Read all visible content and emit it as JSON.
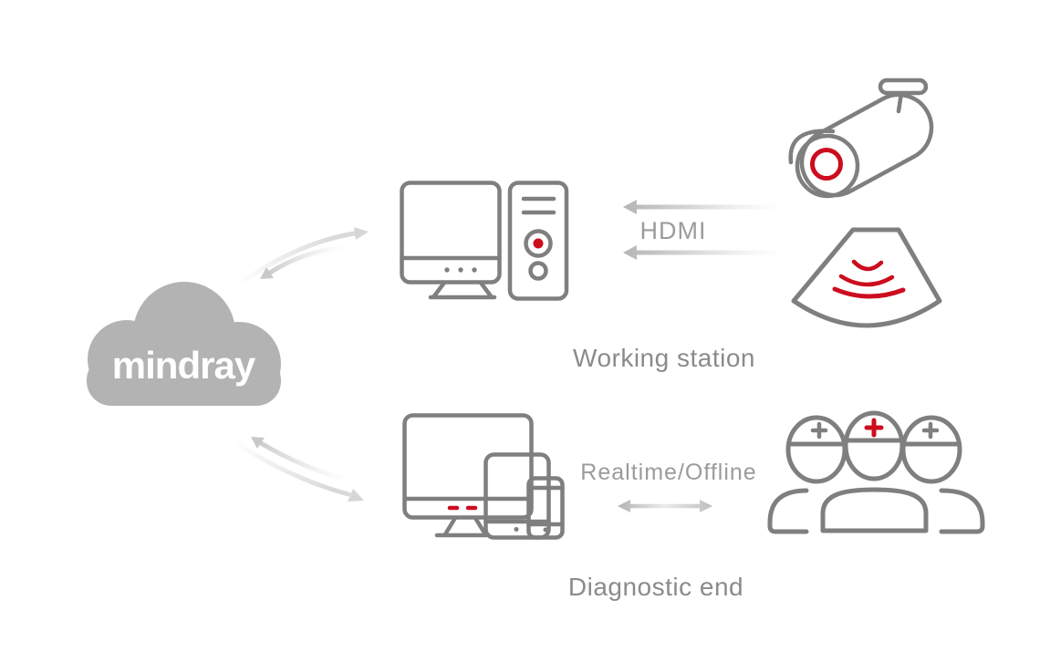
{
  "colors": {
    "cloud_gray": "#b3b3b3",
    "outline_gray": "#7f7f7f",
    "accent_red": "#cc0d1e",
    "label_gray": "#8b8b8b",
    "connection_gray": "#9b9b9b",
    "arrow_gray": "#d9d9d9",
    "brand_white": "#ffffff"
  },
  "cloud": {
    "brand": "mindray",
    "icon": "cloud-icon"
  },
  "working_station": {
    "label": "Working station",
    "connection_label": "HDMI",
    "icons": [
      "desktop-monitor-icon",
      "computer-tower-icon"
    ],
    "source_icons": [
      "surveillance-camera-icon",
      "ultrasound-sector-icon"
    ]
  },
  "diagnostic_end": {
    "label": "Diagnostic end",
    "connection_label": "Realtime/Offline",
    "icons": [
      "monitor-icon",
      "tablet-icon",
      "smartphone-icon"
    ],
    "viewer_icon": "medical-team-icon"
  }
}
